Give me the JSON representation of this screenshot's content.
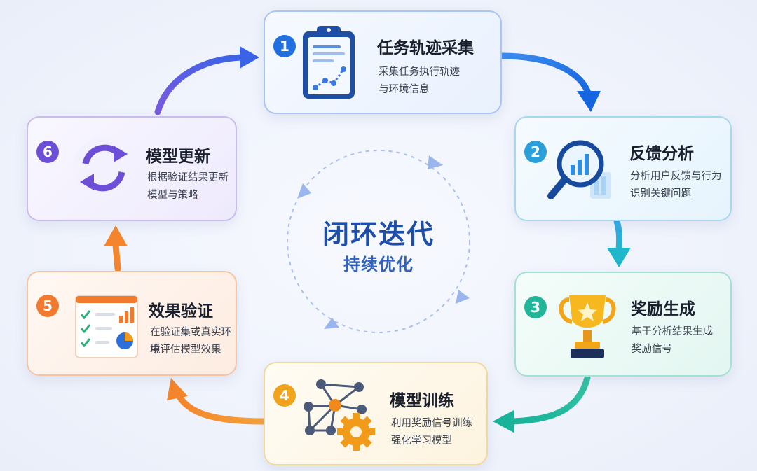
{
  "center": {
    "title": "闭环迭代",
    "subtitle": "持续优化"
  },
  "steps": [
    {
      "num": "1",
      "title": "任务轨迹采集",
      "line1": "采集任务执行轨迹",
      "line2": "与环境信息",
      "color": "#1f6fe0",
      "icon": "clipboard-chart-icon"
    },
    {
      "num": "2",
      "title": "反馈分析",
      "line1": "分析用户反馈与行为",
      "line2": "识别关键问题",
      "color": "#2a9fd8",
      "icon": "magnifier-chart-icon"
    },
    {
      "num": "3",
      "title": "奖励生成",
      "line1": "基于分析结果生成",
      "line2": "奖励信号",
      "color": "#22b59a",
      "icon": "trophy-icon"
    },
    {
      "num": "4",
      "title": "模型训练",
      "line1": "利用奖励信号训练",
      "line2": "强化学习模型",
      "color": "#f0a41c",
      "icon": "network-gear-icon"
    },
    {
      "num": "5",
      "title": "效果验证",
      "line1": "在验证集或真实环境",
      "line2": "中评估模型效果",
      "color": "#f27a2e",
      "icon": "report-checklist-icon"
    },
    {
      "num": "6",
      "title": "模型更新",
      "line1": "根据验证结果更新",
      "line2": "模型与策略",
      "color": "#6c4fd6",
      "icon": "refresh-cycle-icon"
    }
  ]
}
